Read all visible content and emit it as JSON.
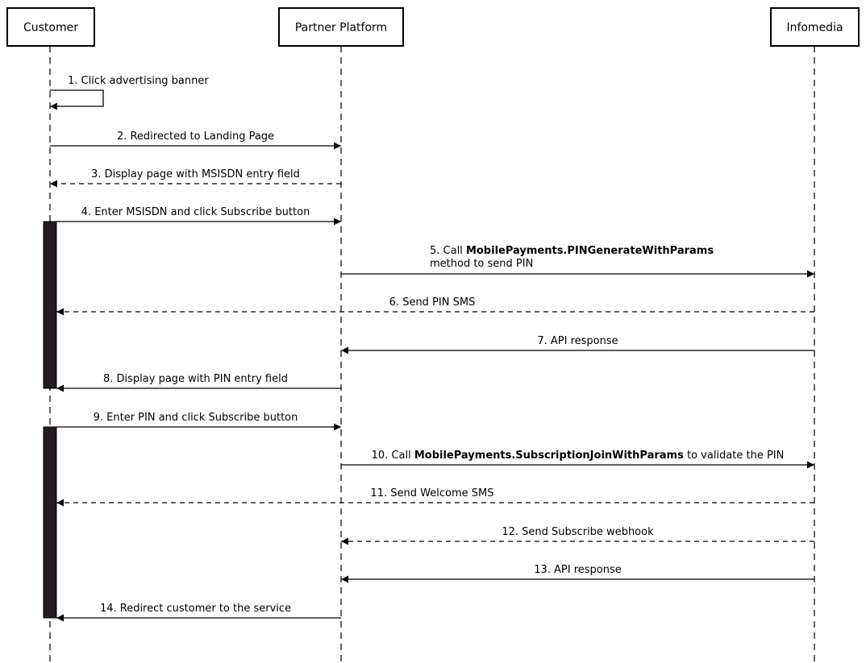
{
  "colors": {
    "accent": "#9a4dff",
    "activation": "#241c23",
    "line": "#000000"
  },
  "actors": [
    {
      "id": "customer",
      "label": "Customer"
    },
    {
      "id": "partner",
      "label": "Partner Platform"
    },
    {
      "id": "infomedia",
      "label": "Infomedia",
      "highlight": true
    }
  ],
  "messages": [
    {
      "from": "customer",
      "to": "customer",
      "style": "solid",
      "self": true,
      "parts": [
        {
          "text": "1. Click advertising banner"
        }
      ]
    },
    {
      "from": "customer",
      "to": "partner",
      "style": "solid",
      "parts": [
        {
          "text": "2. Redirected to Landing Page"
        }
      ]
    },
    {
      "from": "partner",
      "to": "customer",
      "style": "dashed",
      "parts": [
        {
          "text": "3. Display page with MSISDN entry field"
        }
      ]
    },
    {
      "from": "customer",
      "to": "partner",
      "style": "solid",
      "parts": [
        {
          "text": "4. Enter MSISDN and click Subscribe button"
        }
      ]
    },
    {
      "from": "partner",
      "to": "infomedia",
      "style": "solid",
      "parts": [
        {
          "text": "5. Call "
        },
        {
          "text": "MobilePayments.PINGenerateWithParams",
          "bold": true
        }
      ],
      "line2": "method to send PIN"
    },
    {
      "from": "infomedia",
      "to": "customer",
      "style": "dashed",
      "parts": [
        {
          "text": "6. Send PIN SMS"
        }
      ]
    },
    {
      "from": "infomedia",
      "to": "partner",
      "style": "solid",
      "parts": [
        {
          "text": "7. API response"
        }
      ]
    },
    {
      "from": "partner",
      "to": "customer",
      "style": "solid",
      "parts": [
        {
          "text": "8. Display page with PIN entry field"
        }
      ]
    },
    {
      "from": "customer",
      "to": "partner",
      "style": "solid",
      "parts": [
        {
          "text": "9. Enter PIN and click Subscribe button"
        }
      ]
    },
    {
      "from": "partner",
      "to": "infomedia",
      "style": "solid",
      "parts": [
        {
          "text": "10. Call "
        },
        {
          "text": "MobilePayments.SubscriptionJoinWithParams",
          "bold": true
        },
        {
          "text": " to validate the PIN"
        }
      ]
    },
    {
      "from": "infomedia",
      "to": "customer",
      "style": "dashed",
      "parts": [
        {
          "text": "11. Send Welcome SMS"
        }
      ]
    },
    {
      "from": "infomedia",
      "to": "partner",
      "style": "dashed",
      "parts": [
        {
          "text": "12. Send Subscribe webhook"
        }
      ]
    },
    {
      "from": "infomedia",
      "to": "partner",
      "style": "solid",
      "parts": [
        {
          "text": "13. API response"
        }
      ]
    },
    {
      "from": "partner",
      "to": "customer",
      "style": "solid",
      "parts": [
        {
          "text": "14. Redirect customer to the service"
        }
      ]
    }
  ],
  "activations": [
    {
      "actor": "customer",
      "from_message": 4,
      "to_message": 8
    },
    {
      "actor": "customer",
      "from_message": 9,
      "to_message": 14
    }
  ]
}
